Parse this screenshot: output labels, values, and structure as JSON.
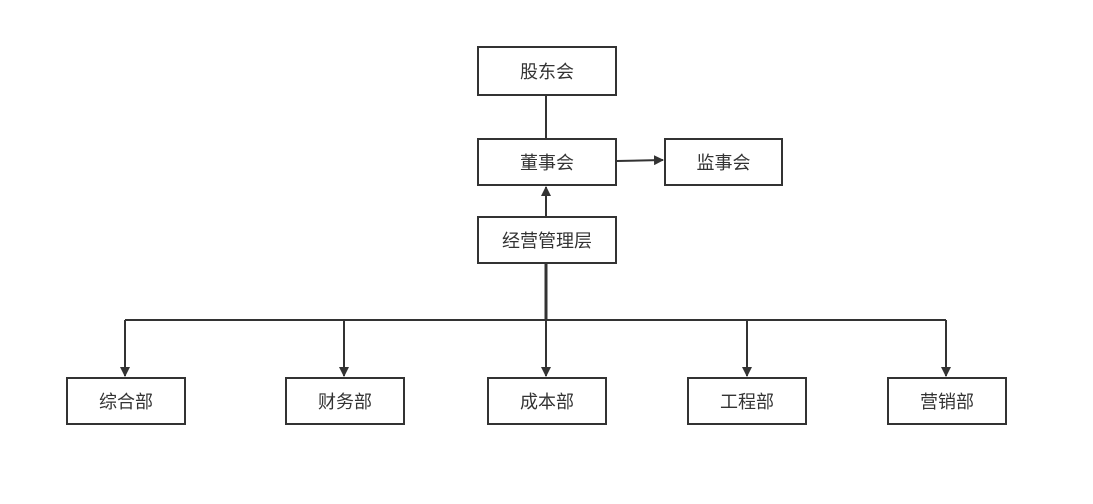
{
  "nodes": {
    "shareholders": "股东会",
    "board": "董事会",
    "supervisors": "监事会",
    "management": "经营管理层",
    "departments": [
      "综合部",
      "财务部",
      "成本部",
      "工程部",
      "营销部"
    ]
  },
  "colors": {
    "stroke": "#333333",
    "text": "#333333",
    "background": "#ffffff"
  }
}
